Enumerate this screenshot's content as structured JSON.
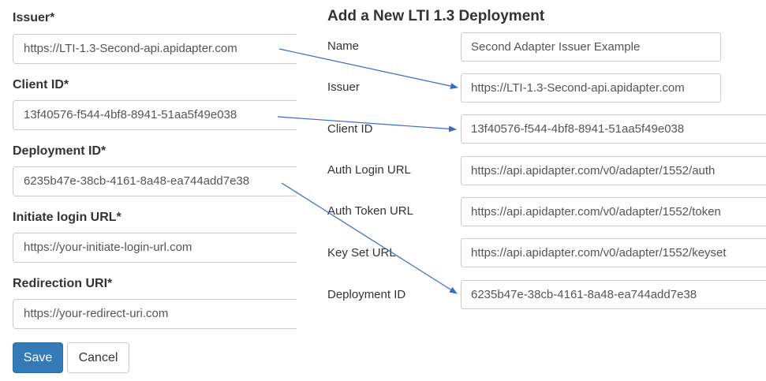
{
  "left_form": {
    "fields": [
      {
        "label": "Issuer*",
        "value": "https://LTI-1.3-Second-api.apidapter.com"
      },
      {
        "label": "Client ID*",
        "value": "13f40576-f544-4bf8-8941-51aa5f49e038"
      },
      {
        "label": "Deployment ID*",
        "value": "6235b47e-38cb-4161-8a48-ea744add7e38"
      },
      {
        "label": "Initiate login URL*",
        "value": "https://your-initiate-login-url.com"
      },
      {
        "label": "Redirection URI*",
        "value": "https://your-redirect-uri.com"
      }
    ],
    "save_label": "Save",
    "cancel_label": "Cancel"
  },
  "right_form": {
    "title": "Add a New LTI 1.3 Deployment",
    "fields": [
      {
        "label": "Name",
        "value": "Second Adapter Issuer Example"
      },
      {
        "label": "Issuer",
        "value": "https://LTI-1.3-Second-api.apidapter.com"
      },
      {
        "label": "Client ID",
        "value": "13f40576-f544-4bf8-8941-51aa5f49e038"
      },
      {
        "label": "Auth Login URL",
        "value": "https://api.apidapter.com/v0/adapter/1552/auth"
      },
      {
        "label": "Auth Token URL",
        "value": "https://api.apidapter.com/v0/adapter/1552/token"
      },
      {
        "label": "Key Set URL",
        "value": "https://api.apidapter.com/v0/adapter/1552/keyset"
      },
      {
        "label": "Deployment ID",
        "value": "6235b47e-38cb-4161-8a48-ea744add7e38"
      }
    ]
  },
  "colors": {
    "primary_button": "#337ab7",
    "arrow": "#3a6bc4"
  }
}
